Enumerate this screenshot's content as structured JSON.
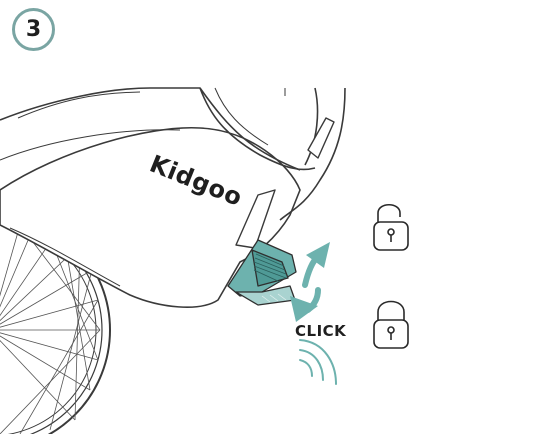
{
  "step": {
    "number": "3"
  },
  "brand": {
    "logo_text": "Kidgoo"
  },
  "action": {
    "label": "CLICK"
  },
  "colors": {
    "accent": "#6db2ae",
    "outline": "#3a3a3a",
    "badge_border": "#7aa5a3"
  },
  "icons": {
    "unlocked": "padlock-open-icon",
    "locked": "padlock-closed-icon",
    "rotate_up": "curved-arrow-up-icon",
    "rotate_down": "curved-arrow-down-icon",
    "sound": "click-sound-waves-icon"
  }
}
